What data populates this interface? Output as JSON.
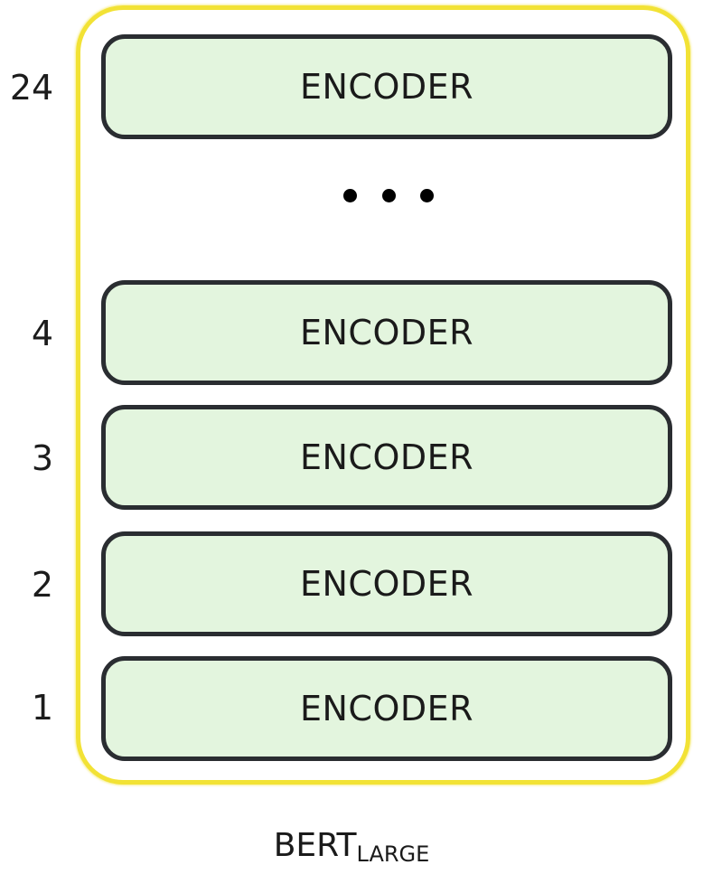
{
  "layers": [
    {
      "number": "24",
      "label": "ENCODER"
    },
    {
      "number": "4",
      "label": "ENCODER"
    },
    {
      "number": "3",
      "label": "ENCODER"
    },
    {
      "number": "2",
      "label": "ENCODER"
    },
    {
      "number": "1",
      "label": "ENCODER"
    }
  ],
  "caption": {
    "main": "BERT",
    "sub": "LARGE"
  },
  "colors": {
    "frame": "#f2e235",
    "encoder_fill": "#e3f5de",
    "encoder_border": "#2a2d31"
  }
}
